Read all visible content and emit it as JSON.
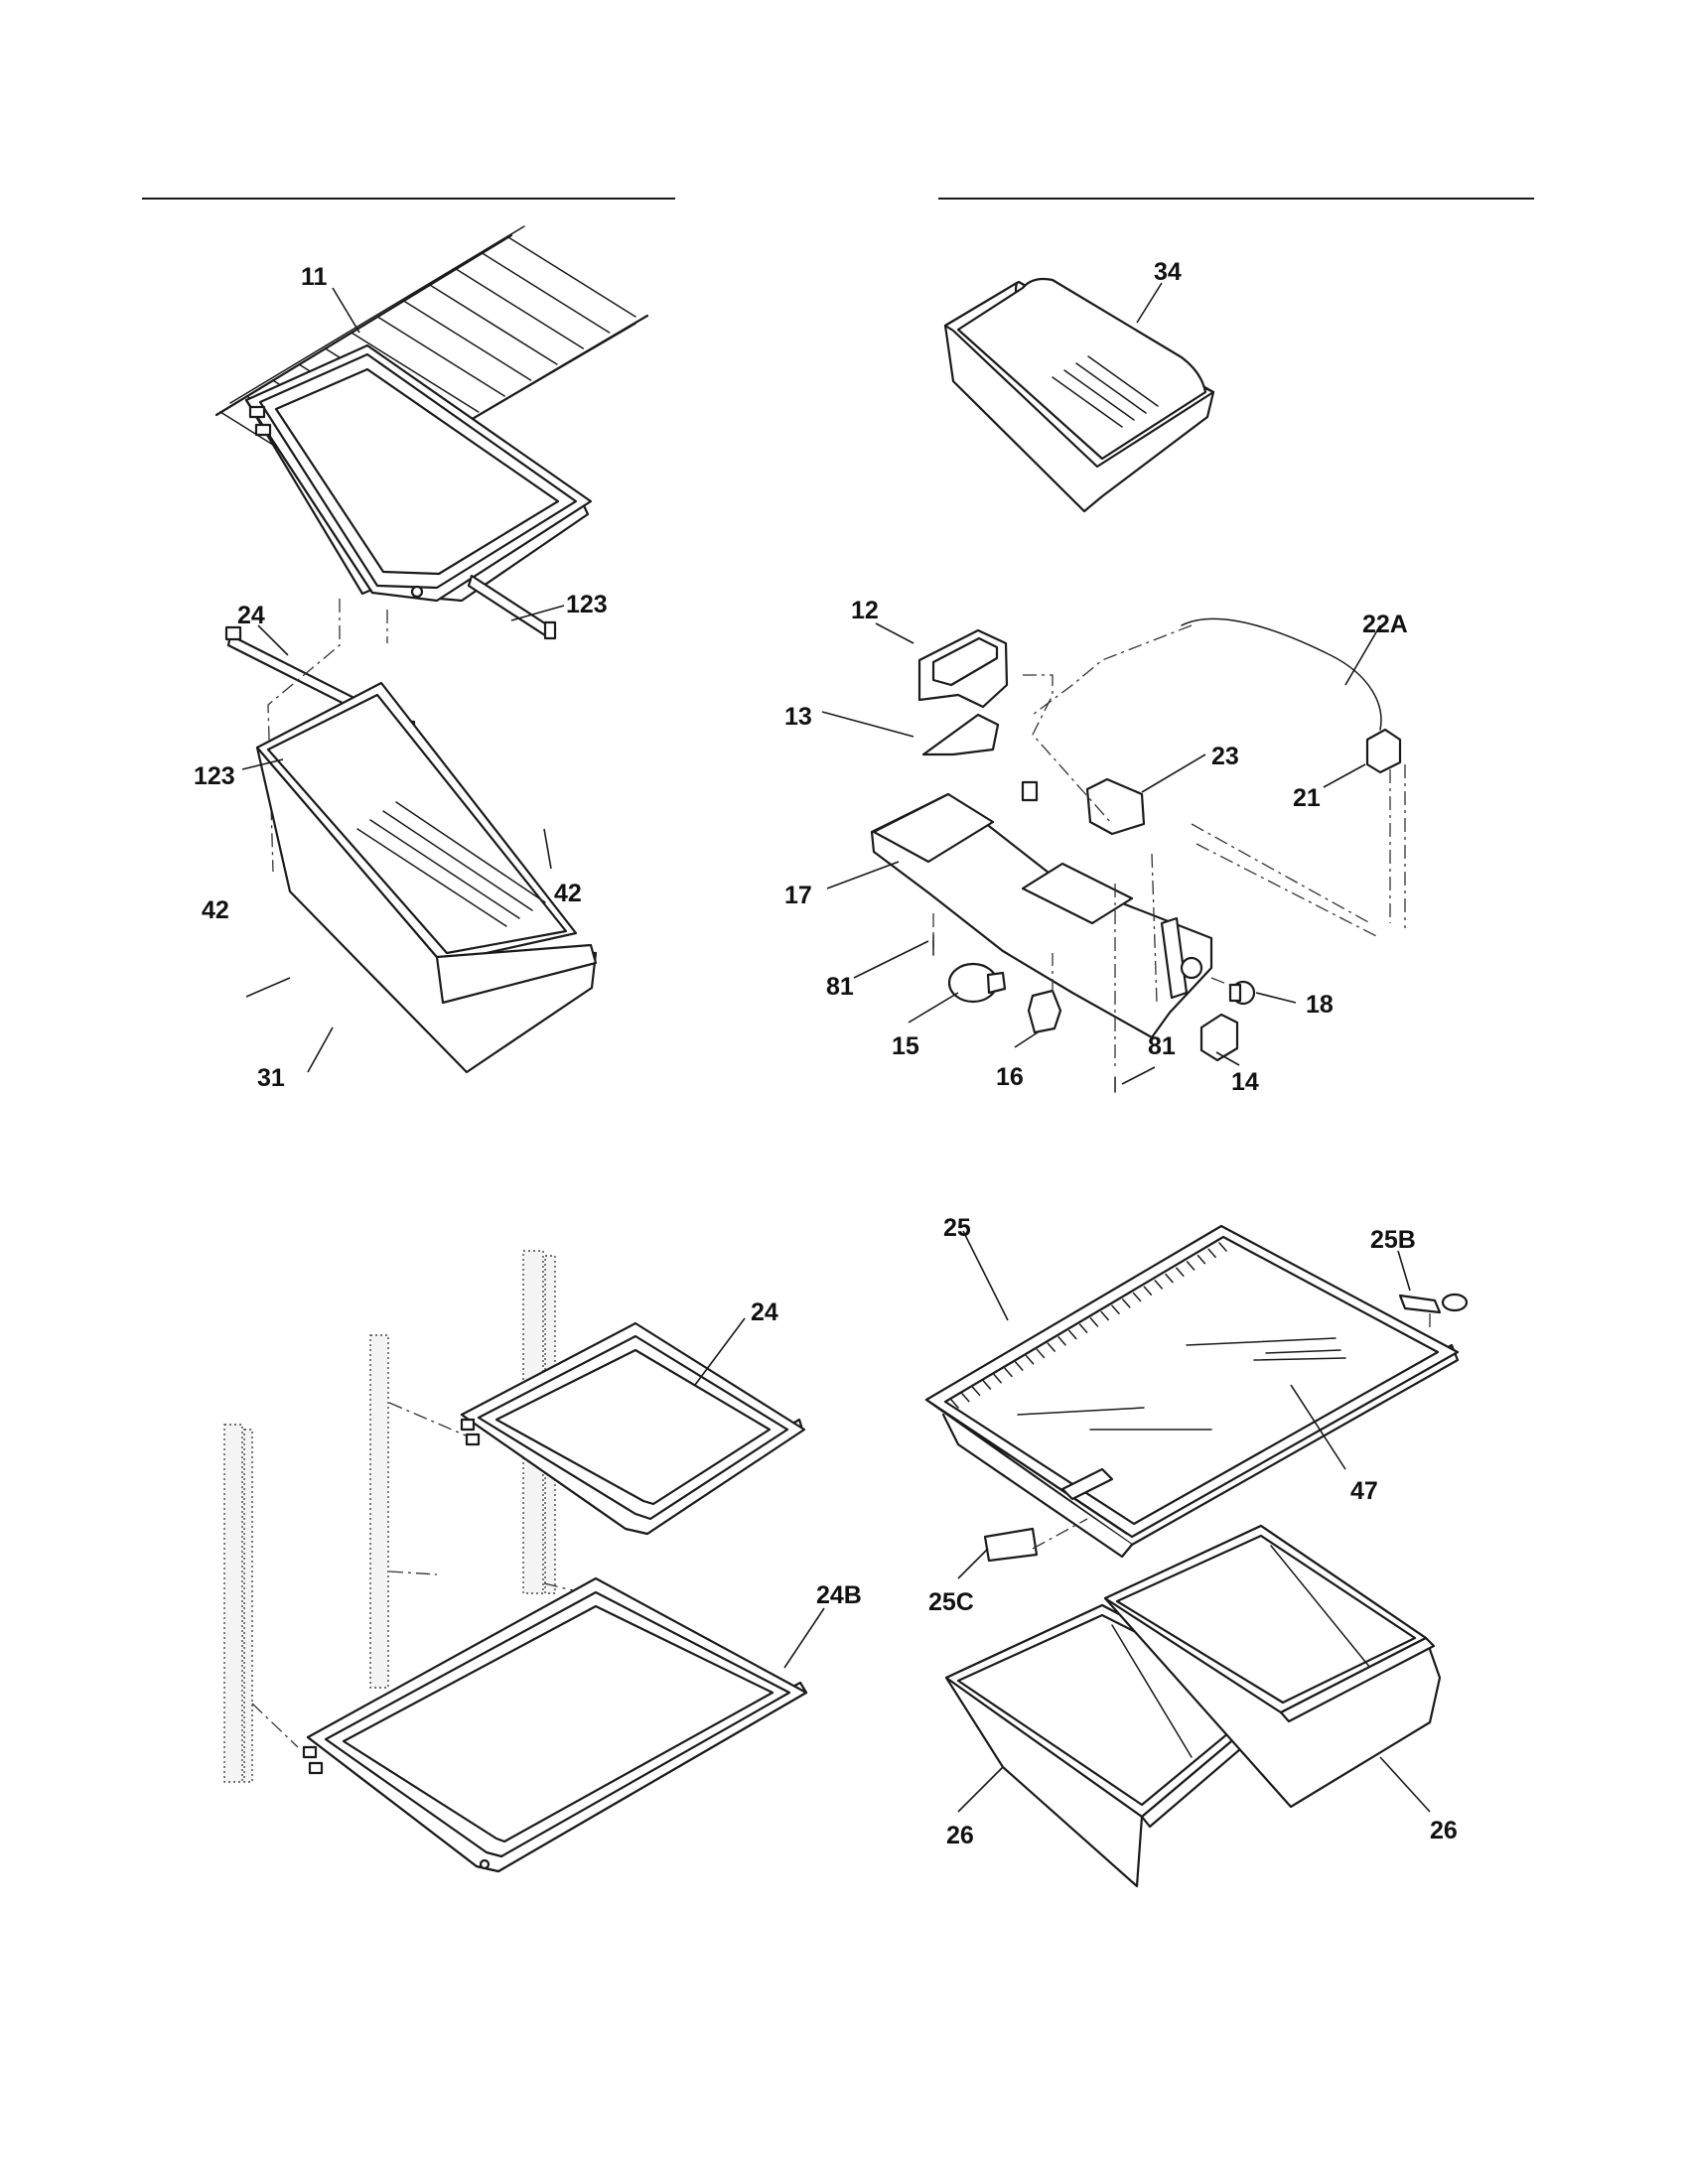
{
  "callouts": [
    {
      "id": "11",
      "text": "11"
    },
    {
      "id": "34",
      "text": "34"
    },
    {
      "id": "24-top",
      "text": "24"
    },
    {
      "id": "123-top",
      "text": "123"
    },
    {
      "id": "123-left",
      "text": "123"
    },
    {
      "id": "42-left",
      "text": "42"
    },
    {
      "id": "42-right",
      "text": "42"
    },
    {
      "id": "31",
      "text": "31"
    },
    {
      "id": "12",
      "text": "12"
    },
    {
      "id": "13",
      "text": "13"
    },
    {
      "id": "22A",
      "text": "22A"
    },
    {
      "id": "23",
      "text": "23"
    },
    {
      "id": "21",
      "text": "21"
    },
    {
      "id": "17",
      "text": "17"
    },
    {
      "id": "81-left",
      "text": "81"
    },
    {
      "id": "18",
      "text": "18"
    },
    {
      "id": "15",
      "text": "15"
    },
    {
      "id": "81-right",
      "text": "81"
    },
    {
      "id": "16",
      "text": "16"
    },
    {
      "id": "14",
      "text": "14"
    },
    {
      "id": "25",
      "text": "25"
    },
    {
      "id": "25B",
      "text": "25B"
    },
    {
      "id": "24-bottom",
      "text": "24"
    },
    {
      "id": "47",
      "text": "47"
    },
    {
      "id": "25C",
      "text": "25C"
    },
    {
      "id": "24B",
      "text": "24B"
    },
    {
      "id": "26-left",
      "text": "26"
    },
    {
      "id": "26-right",
      "text": "26"
    }
  ]
}
